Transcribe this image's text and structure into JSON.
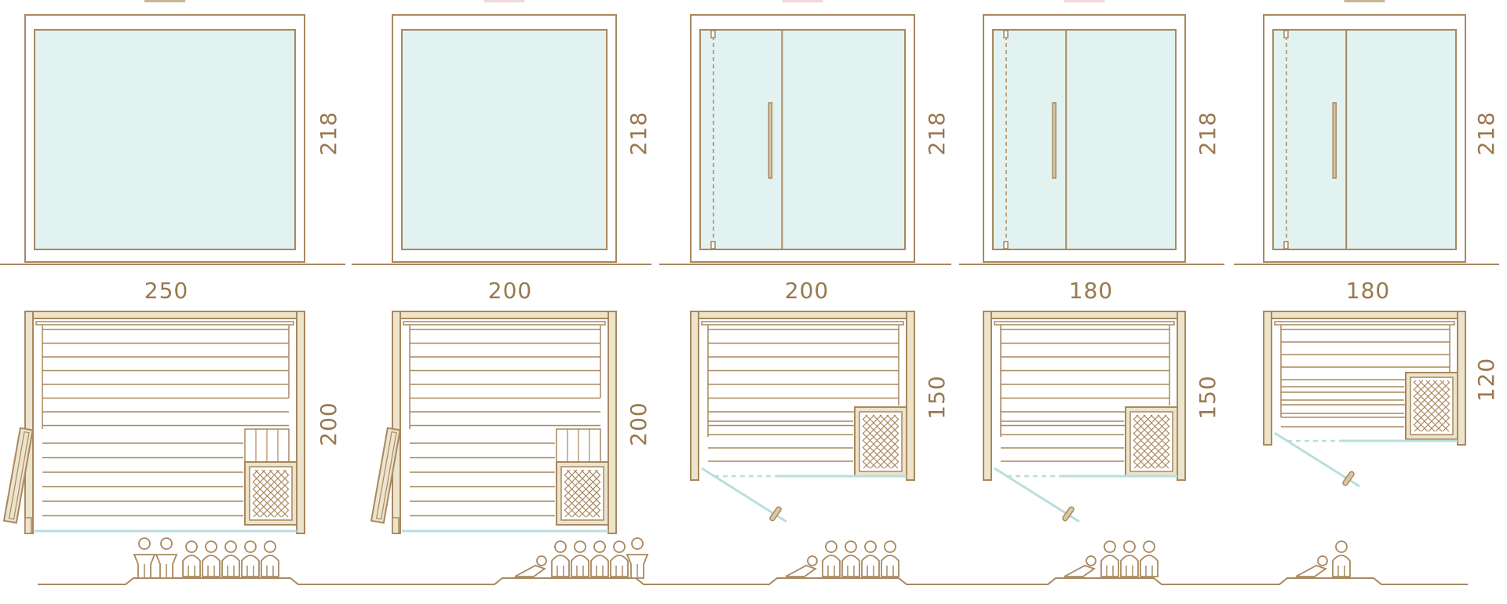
{
  "colors": {
    "line": "#a8885f",
    "glass": "#e2f2f0",
    "frame_fill": "#ffffff",
    "wood": "#ede4cc",
    "swing": "#b8dfdc",
    "text": "#9a7850",
    "tab_tan": "#c8b598",
    "tab_pink": "#f2d7e0"
  },
  "icons": {
    "heater": "heater-lattice-icon",
    "handle": "door-handle-icon",
    "people": "seated-people-icon",
    "elevation_ground": "ground-line"
  },
  "models": [
    {
      "front_type": "fixed",
      "tab": "tan",
      "front_height": "218",
      "width": "250",
      "depth": "200",
      "door_side": "left",
      "people": {
        "seated": 5,
        "standing": 2,
        "reclining": 0
      }
    },
    {
      "front_type": "fixed",
      "tab": "pink",
      "front_height": "218",
      "width": "200",
      "depth": "200",
      "door_side": "left",
      "people": {
        "seated": 4,
        "standing": 1,
        "reclining": 1
      }
    },
    {
      "front_type": "door",
      "tab": "pink",
      "front_height": "218",
      "width": "200",
      "depth": "150",
      "door_side": "front",
      "people": {
        "seated": 4,
        "standing": 0,
        "reclining": 1
      }
    },
    {
      "front_type": "door",
      "tab": "pink",
      "front_height": "218",
      "width": "180",
      "depth": "150",
      "door_side": "front",
      "people": {
        "seated": 3,
        "standing": 0,
        "reclining": 1
      }
    },
    {
      "front_type": "door",
      "tab": "tan",
      "front_height": "218",
      "width": "180",
      "depth": "120",
      "door_side": "front",
      "people": {
        "seated": 1,
        "standing": 0,
        "reclining": 1
      }
    }
  ]
}
